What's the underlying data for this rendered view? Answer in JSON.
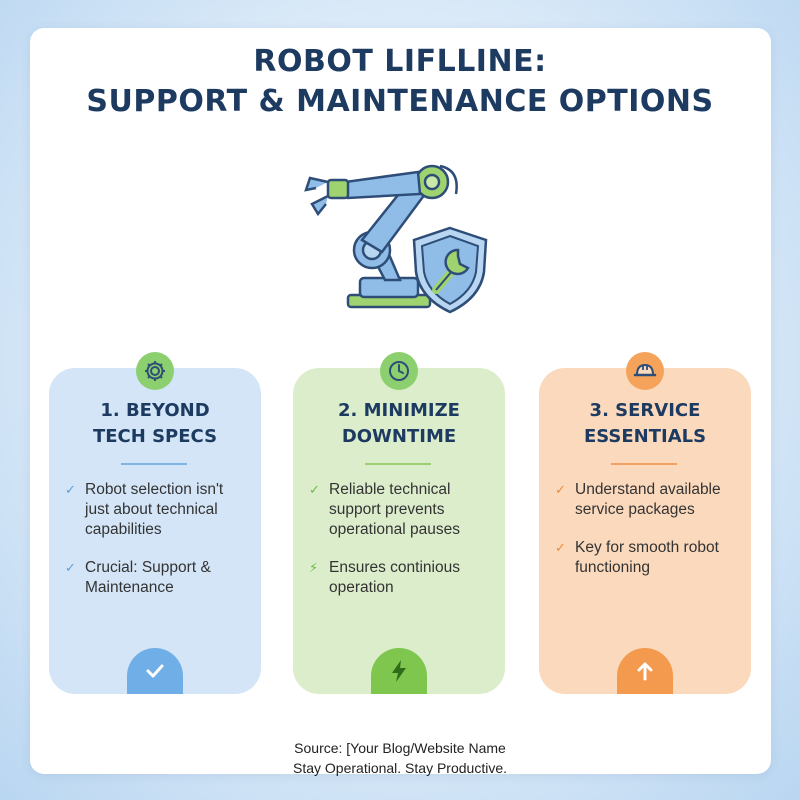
{
  "title": {
    "line1": "ROBOT LIFLLINE:",
    "line2": "SUPPORT & MAINTENANCE OPTIONS"
  },
  "hero_icon": "robot-arm-with-shield-wrench-icon",
  "panels": [
    {
      "heading_line1": "1. BEYOND",
      "heading_line2": "TECH SPECS",
      "badge_icon": "gear-icon",
      "footer_icon": "check-icon",
      "bullets": [
        {
          "icon": "check",
          "text": "Robot selection isn't just about technical capabilities"
        },
        {
          "icon": "check",
          "text": "Crucial: Support & Maintenance"
        }
      ]
    },
    {
      "heading_line1": "2. MINIMIZE",
      "heading_line2": "DOWNTIME",
      "badge_icon": "clock-icon",
      "footer_icon": "lightning-icon",
      "bullets": [
        {
          "icon": "check",
          "text": "Reliable technical support prevents operational pauses"
        },
        {
          "icon": "lightning",
          "text": "Ensures continious operation"
        }
      ]
    },
    {
      "heading_line1": "3. SERVICE",
      "heading_line2": "ESSENTIALS",
      "badge_icon": "hard-hat-icon",
      "footer_icon": "arrow-up-icon",
      "bullets": [
        {
          "icon": "check",
          "text": "Understand available service packages"
        },
        {
          "icon": "check",
          "text": "Key for smooth robot functioning"
        }
      ]
    }
  ],
  "footer": {
    "line1": "Source: [Your Blog/Website Name",
    "line2": "Stay Operational. Stay Productive."
  },
  "colors": {
    "title": "#1d3a61",
    "blue_panel": "#d3e5f7",
    "green_panel": "#dcedcc",
    "orange_panel": "#fbd9bc"
  }
}
